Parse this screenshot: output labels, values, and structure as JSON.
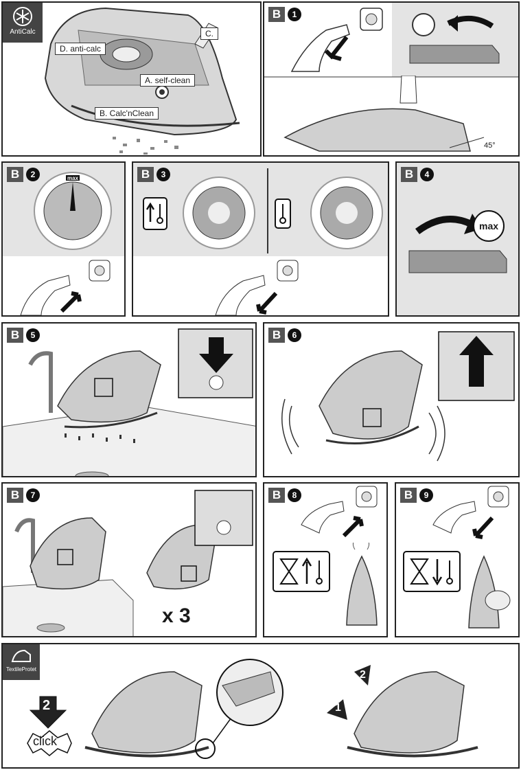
{
  "header": {
    "anticalc_label": "AntiCalc",
    "textile_label": "TextileProtet"
  },
  "main": {
    "callout_c": "C.",
    "callout_d": "D. anti-calc",
    "callout_a": "A. self-clean",
    "callout_b": "B. Calc'nClean"
  },
  "steps": {
    "letter": "B",
    "s1": "1",
    "s2": "2",
    "s3": "3",
    "s4": "4",
    "s5": "5",
    "s6": "6",
    "s7": "7",
    "s8": "8",
    "s9": "9"
  },
  "labels": {
    "angle": "45°",
    "max": "max",
    "repeat": "x 3",
    "click": "click",
    "two": "2",
    "one": "1"
  }
}
